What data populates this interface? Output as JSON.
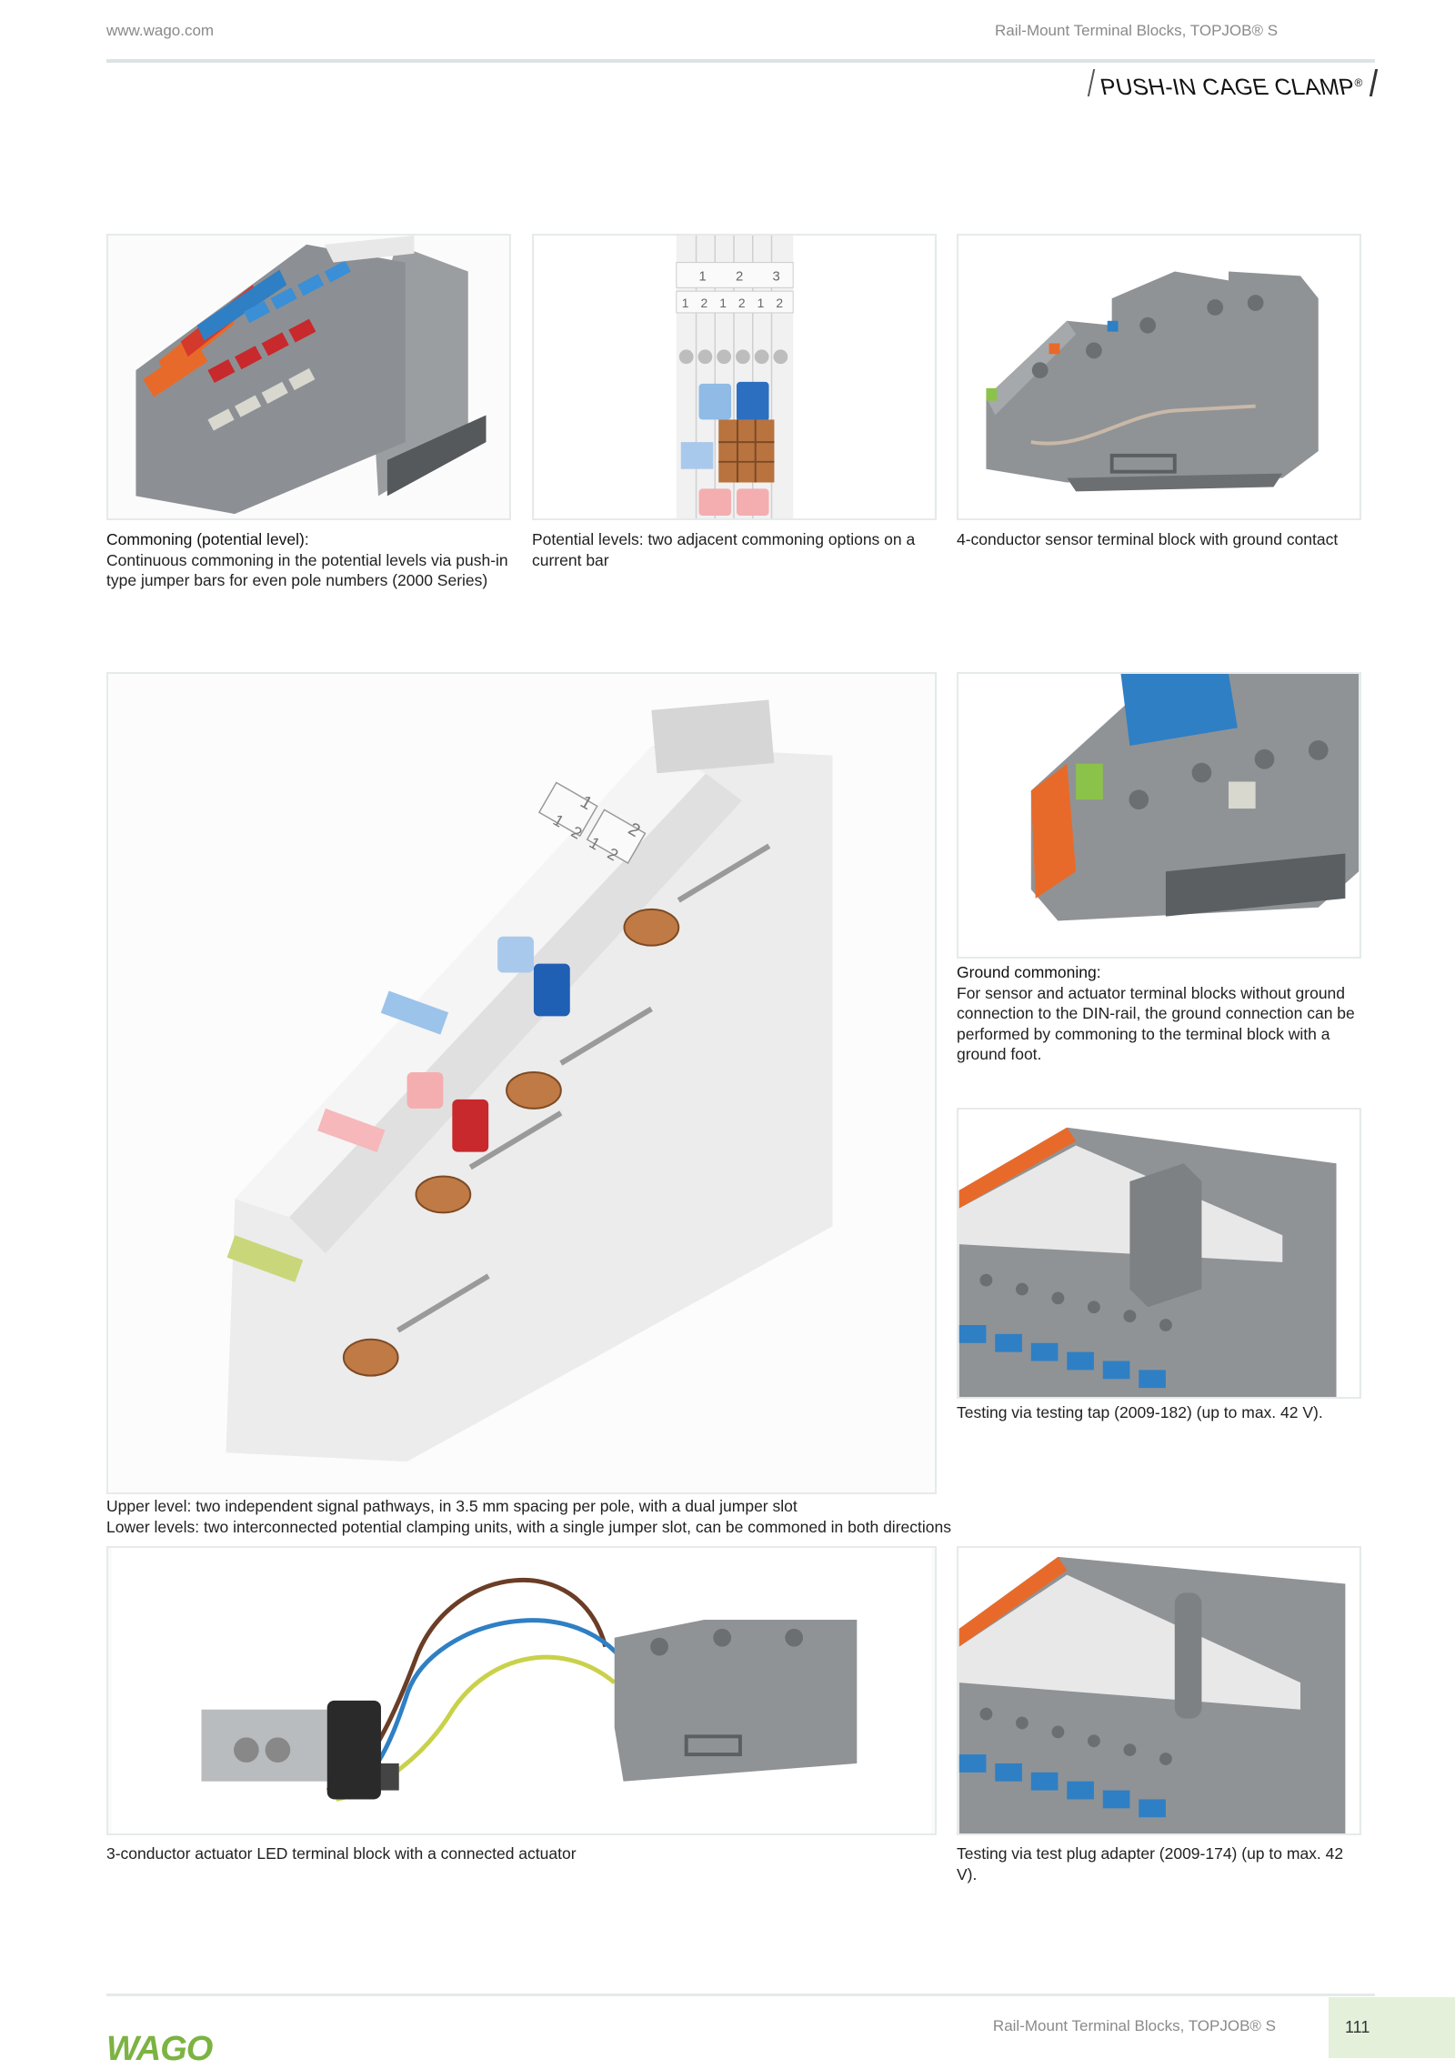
{
  "header": {
    "url": "www.wago.com",
    "section": "Rail-Mount Terminal Blocks, TOPJOB® S",
    "badge": "PUSH-IN CAGE CLAMP",
    "badge_reg": "®"
  },
  "figures": {
    "commoning": {
      "title": "Commoning (potential level):",
      "text": "Continuous commoning in the potential levels via push-in type jumper bars for even pole numbers (2000 Series)"
    },
    "potential_levels": {
      "text": "Potential levels: two adjacent commoning options on a current bar",
      "markers_top": [
        "1",
        "2",
        "3"
      ],
      "markers_bottom": [
        "1",
        "2",
        "1",
        "2",
        "1",
        "2"
      ]
    },
    "sensor_block": {
      "text": "4-conductor sensor terminal block with ground contact"
    },
    "large_block": {
      "text_line1": "Upper level: two independent signal pathways, in 3.5 mm spacing per pole, with a dual jumper slot",
      "text_line2": "Lower levels: two interconnected potential clamping units, with a single jumper slot, can be commoned in both directions",
      "markers_top": [
        "1",
        "2"
      ],
      "markers_bottom": [
        "1",
        "2",
        "1",
        "2"
      ]
    },
    "ground_commoning": {
      "title": "Ground commoning:",
      "text": "For sensor and actuator terminal blocks without ground connection to the DIN-rail, the ground connection can be performed by commoning to the terminal block with a ground foot."
    },
    "testing_tap": {
      "text": "Testing via testing tap (2009-182) (up to max. 42 V)."
    },
    "actuator": {
      "text": "3-conductor actuator LED terminal block with a connected actuator"
    },
    "test_plug": {
      "text": "Testing via test plug adapter (2009-174) (up to max. 42 V)."
    }
  },
  "footer": {
    "logo": "WAGO",
    "section": "Rail-Mount Terminal Blocks, TOPJOB® S",
    "page_number": "111"
  },
  "colors": {
    "accent_green": "#7cb342",
    "page_box": "#e4f0da",
    "block_grey": "#8f9396",
    "jumper_blue": "#2f7fc4",
    "jumper_red": "#c8292c",
    "marker_orange": "#e86a2a",
    "copper": "#c07a45"
  }
}
